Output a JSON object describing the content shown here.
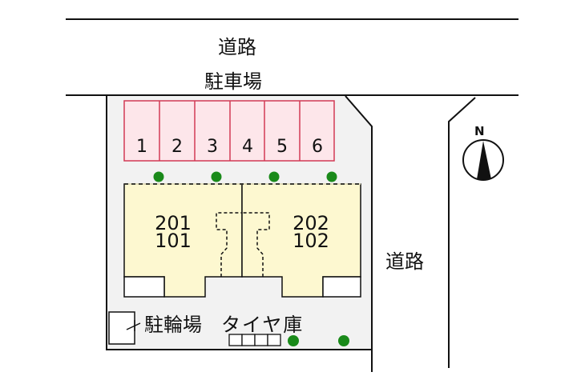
{
  "diagram": {
    "type": "site-plan",
    "colors": {
      "lot_fill": "#f2f2f2",
      "parking_fill": "#fde6ea",
      "parking_stroke": "#d23a55",
      "building_fill": "#fdf8d0",
      "tree": "#1a8a1a",
      "line": "#111111"
    },
    "labels": {
      "road_top": "道路",
      "parking": "駐車場",
      "road_right": "道路",
      "bicycle_parking": "駐輪場",
      "tire_storage": "タイヤ庫",
      "north": "N"
    },
    "parking_stalls": [
      "1",
      "2",
      "3",
      "4",
      "5",
      "6"
    ],
    "units": [
      {
        "upper": "201",
        "lower": "101"
      },
      {
        "upper": "202",
        "lower": "102"
      }
    ],
    "trees_count": 6,
    "compass_icon": "north-arrow-icon"
  }
}
